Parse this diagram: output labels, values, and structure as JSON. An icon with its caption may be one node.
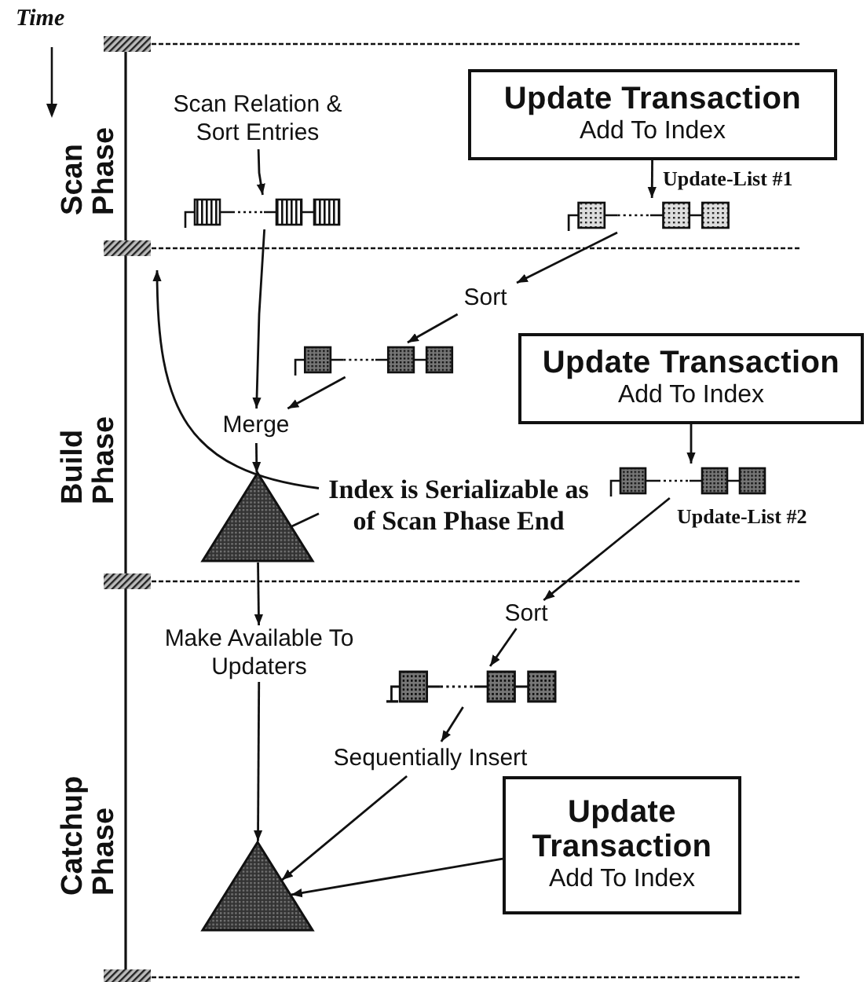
{
  "diagram": {
    "nodes": [
      {
        "text": [
          "Scan Relation & Sort Entries"
        ]
      },
      {
        "text": [
          "Update Transaction",
          "Add To Index"
        ]
      },
      {
        "text": [],
        "shape": "list"
      },
      {
        "text": [],
        "shape": "list",
        "beside": [
          "Update-List #1"
        ]
      },
      {
        "text": [
          "Sort"
        ]
      },
      {
        "text": [],
        "shape": "list"
      },
      {
        "text": [
          "Update Transaction",
          "Add To Index"
        ]
      },
      {
        "text": [
          "Merge"
        ]
      },
      {
        "text": [],
        "shape": "triangle"
      },
      {
        "text": [
          "Index is Serializable as of Scan Phase End"
        ]
      },
      {
        "text": [],
        "shape": "list",
        "beside": [
          "Update-List #2"
        ]
      },
      {
        "text": [
          "Make Available To Updaters"
        ]
      },
      {
        "text": [
          "Sort"
        ]
      },
      {
        "text": [],
        "shape": "list"
      },
      {
        "text": [
          "Sequentially Insert"
        ]
      },
      {
        "text": [
          "Update Transaction",
          "Add To Index"
        ]
      },
      {
        "text": [],
        "shape": "triangle"
      }
    ],
    "edges": [
      {
        "from": 0,
        "to": 2,
        "arrow": "to"
      },
      {
        "from": 2,
        "to": 7,
        "arrow": "to"
      },
      {
        "from": 1,
        "to": 3,
        "arrow": "to"
      },
      {
        "from": 3,
        "to": 4,
        "arrow": "to"
      },
      {
        "from": 4,
        "to": 5,
        "arrow": "to"
      },
      {
        "from": 5,
        "to": 7,
        "arrow": "to"
      },
      {
        "from": 7,
        "to": 8,
        "arrow": "to"
      },
      {
        "from": 9,
        "to": 8,
        "arrow": "none"
      },
      {
        "from": 9,
        "to": null,
        "arrow": "to"
      },
      {
        "from": 6,
        "to": 10,
        "arrow": "to"
      },
      {
        "from": 10,
        "to": 12,
        "arrow": "to"
      },
      {
        "from": 8,
        "to": 11,
        "arrow": "to"
      },
      {
        "from": 12,
        "to": 13,
        "arrow": "to"
      },
      {
        "from": 13,
        "to": 14,
        "arrow": "to"
      },
      {
        "from": 11,
        "to": 16,
        "arrow": "to"
      },
      {
        "from": 14,
        "to": 16,
        "arrow": "to"
      },
      {
        "from": 15,
        "to": 16,
        "arrow": "to"
      }
    ],
    "labels": [
      "Time",
      "Scan Phase",
      "Build Phase",
      "Catchup Phase"
    ]
  }
}
